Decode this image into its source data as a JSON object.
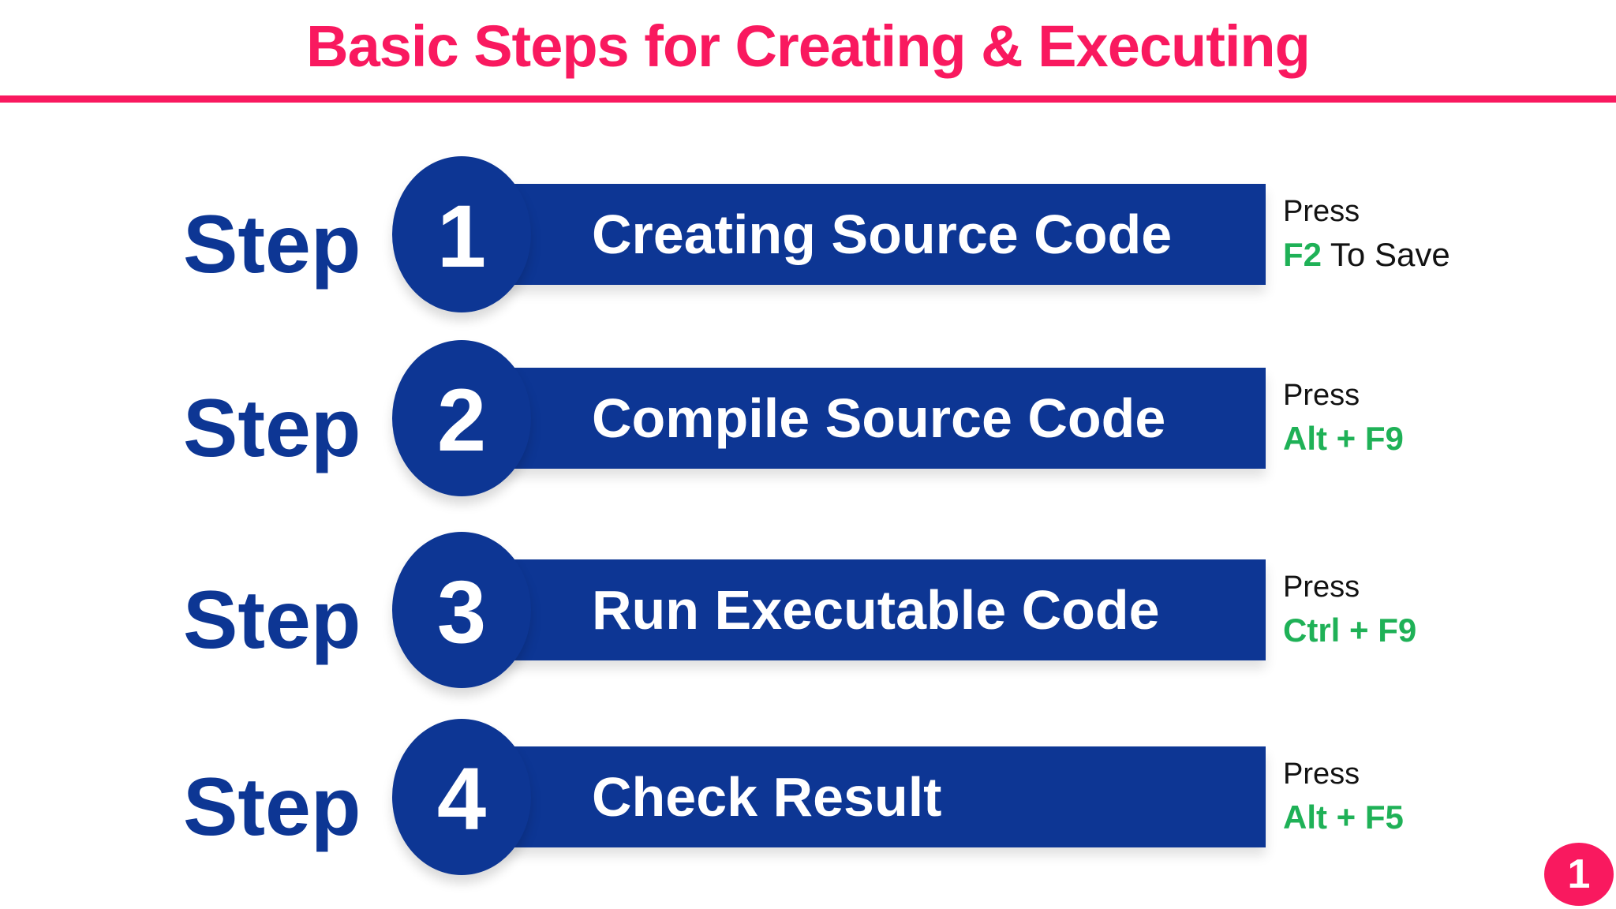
{
  "title": "Basic Steps for Creating & Executing",
  "page_number": "1",
  "colors": {
    "blue": "#0d3694",
    "pink": "#f9195f",
    "green": "#1fb157"
  },
  "steps": [
    {
      "word": "Step",
      "number": "1",
      "label": "Creating Source Code",
      "press_label": "Press",
      "key": "F2",
      "key_suffix": " To Save"
    },
    {
      "word": "Step",
      "number": "2",
      "label": "Compile Source Code",
      "press_label": "Press",
      "key": "Alt + F9",
      "key_suffix": ""
    },
    {
      "word": "Step",
      "number": "3",
      "label": "Run Executable Code",
      "press_label": "Press",
      "key": "Ctrl + F9",
      "key_suffix": ""
    },
    {
      "word": "Step",
      "number": "4",
      "label": "Check Result",
      "press_label": "Press",
      "key": "Alt + F5",
      "key_suffix": ""
    }
  ]
}
